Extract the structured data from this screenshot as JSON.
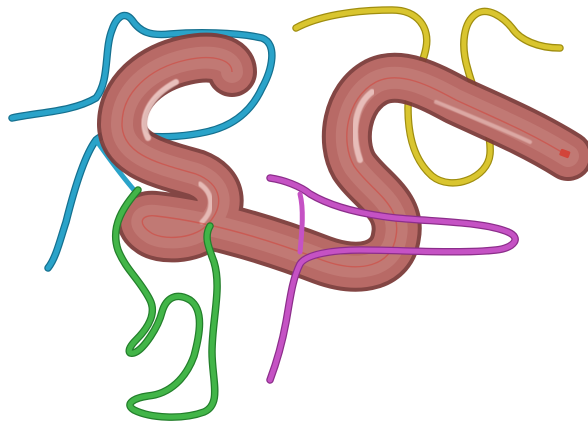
{
  "image": {
    "background": "#ffffff"
  },
  "tube": {
    "color": "#b86a66",
    "highlight": "#e9b3ae",
    "shade": "#7c3c3a",
    "axis_color": "#d2443a"
  },
  "strands": [
    {
      "name": "blue",
      "color": "#2aa3c9",
      "dark": "#15708f"
    },
    {
      "name": "yellow",
      "color": "#d9c52f",
      "dark": "#9f8d0f"
    },
    {
      "name": "green",
      "color": "#42b548",
      "dark": "#237f2b"
    },
    {
      "name": "magenta",
      "color": "#c552c4",
      "dark": "#8c2e8b"
    }
  ]
}
